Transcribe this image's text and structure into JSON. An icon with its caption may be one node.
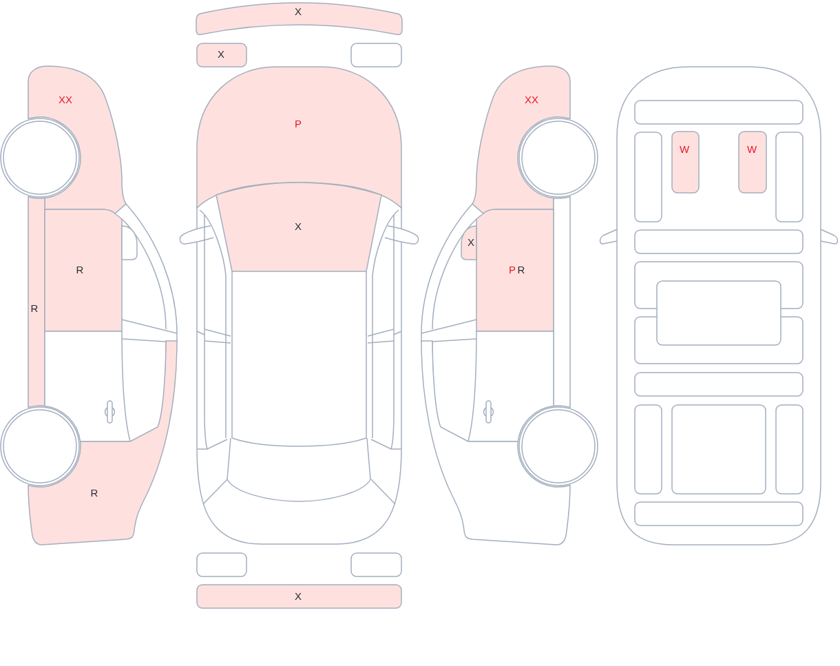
{
  "diagram": {
    "labels": [
      "XX",
      "R",
      "R",
      "R",
      "X",
      "X",
      "P",
      "X",
      "X",
      "XX",
      "X",
      "P",
      "R",
      "W",
      "W"
    ]
  }
}
